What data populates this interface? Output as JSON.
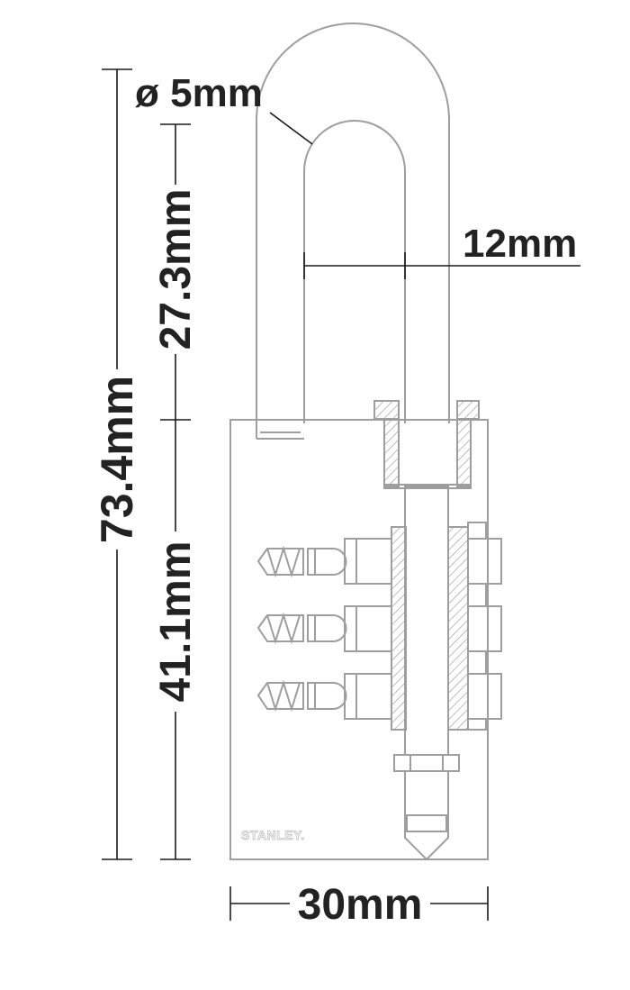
{
  "brand": "STANLEY.",
  "dimensions": {
    "shackle_diameter": "ø 5mm",
    "shackle_clearance": "27.3mm",
    "overall_height": "73.4mm",
    "body_height": "41.1mm",
    "shackle_inner_width": "12mm",
    "body_width": "30mm"
  },
  "colors": {
    "outline": "#9e9e9e",
    "dimension_line": "#1a1a1a",
    "text": "#222222",
    "hatch": "#9a9a9a",
    "brand": "#c4c4c4"
  }
}
